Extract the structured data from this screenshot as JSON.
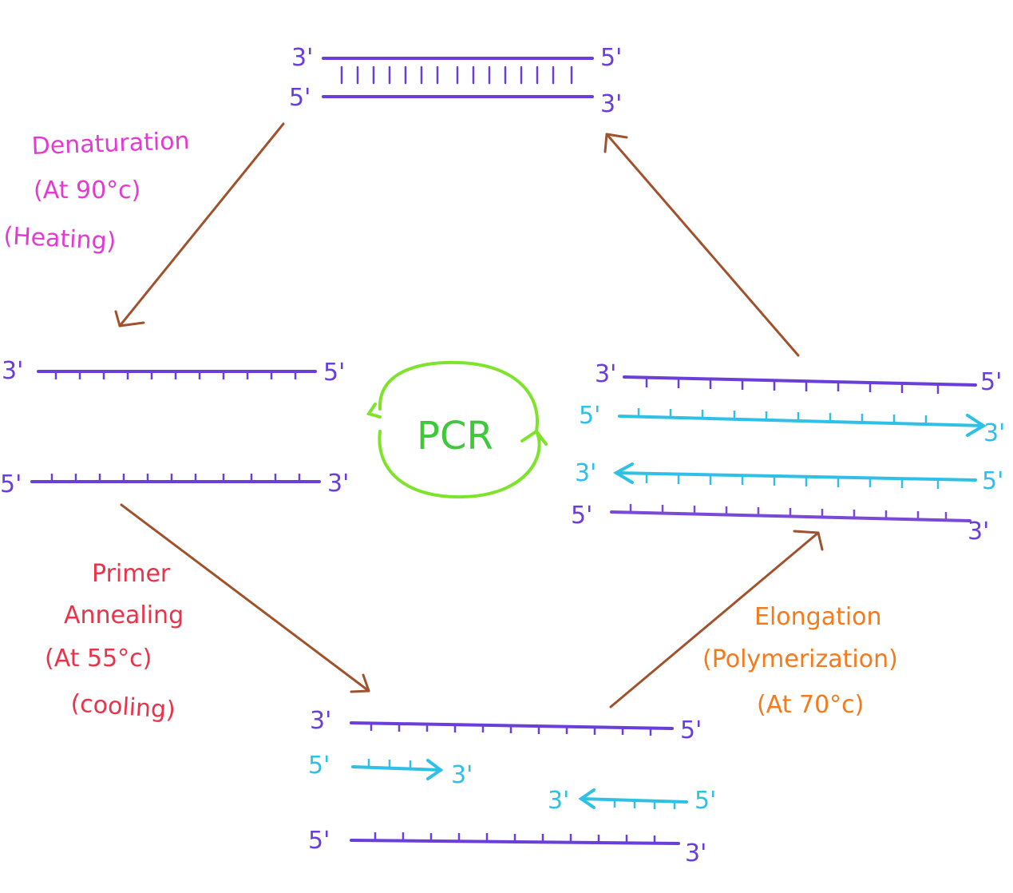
{
  "colors": {
    "strand": "#6a3fd9",
    "strand2": "#7a4ad6",
    "primer": "#2ec0e6",
    "arrow": "#a0522d",
    "denaturation": "#e23ad3",
    "annealing": "#e8334a",
    "elongation": "#f47a1c",
    "pcr": "#7ee32b"
  },
  "denaturation": {
    "line1": "Denaturation",
    "line2": "(At 90°c)",
    "line3": "(Heating)"
  },
  "annealing": {
    "line1": "Primer",
    "line2": "Annealing",
    "line3": "(At 55°c)",
    "line4": "(cooling)"
  },
  "elongation": {
    "line1": "Elongation",
    "line2": "(Polymerization)",
    "line3": "(At 70°c)"
  },
  "center": {
    "label": "PCR"
  },
  "ends": {
    "top_upper_left": "3'",
    "top_upper_right": "5'",
    "top_lower_left": "5'",
    "top_lower_right": "3'",
    "left_upper_left": "3'",
    "left_upper_right": "5'",
    "left_lower_left": "5'",
    "left_lower_right": "3'",
    "right_s1_left": "3'",
    "right_s1_right": "5'",
    "right_s2_left": "5'",
    "right_s2_right": "3'",
    "right_s3_left": "3'",
    "right_s3_right": "5'",
    "right_s4_left": "5'",
    "right_s4_right": "3'",
    "bottom_upper_left": "3'",
    "bottom_upper_right": "5'",
    "bottom_primer1_left": "5'",
    "bottom_primer1_right": "3'",
    "bottom_primer2_left": "3'",
    "bottom_primer2_right": "5'",
    "bottom_lower_left": "5'",
    "bottom_lower_right": "3'"
  }
}
